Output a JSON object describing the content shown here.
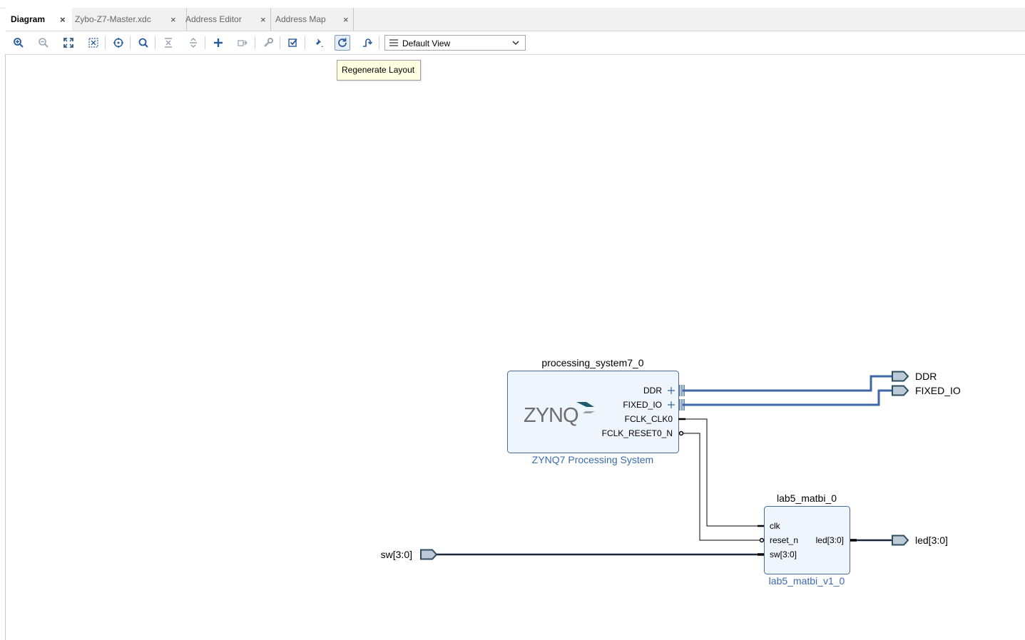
{
  "tabs": [
    {
      "label": "Diagram",
      "active": true
    },
    {
      "label": "Zybo-Z7-Master.xdc",
      "active": false
    },
    {
      "label": "Address Editor",
      "active": false
    },
    {
      "label": "Address Map",
      "active": false
    }
  ],
  "tab_close_glyph": "×",
  "toolbar": {
    "buttons": [
      "zoom-in-icon",
      "zoom-out-icon",
      "fit-full-icon",
      "zoom-area-icon",
      "select-center-icon",
      "search-icon",
      "collapse-all-icon",
      "expand-all-icon",
      "add-ip-icon",
      "make-external-icon",
      "settings-wrench-icon",
      "validate-design-icon",
      "pin-icon",
      "regenerate-layout-icon",
      "optimize-routing-icon"
    ],
    "view_select": {
      "value": "Default View"
    }
  },
  "tooltip": "Regenerate Layout",
  "diagram": {
    "ps_block": {
      "instance_name": "processing_system7_0",
      "ip_name": "ZYNQ7 Processing System",
      "logo": "ZYNQ",
      "ports": [
        "DDR",
        "FIXED_IO",
        "FCLK_CLK0",
        "FCLK_RESET0_N"
      ]
    },
    "custom_block": {
      "instance_name": "lab5_matbi_0",
      "ip_name": "lab5_matbi_v1_0",
      "inputs": [
        "clk",
        "reset_n",
        "sw[3:0]"
      ],
      "outputs": [
        "led[3:0]"
      ]
    },
    "external_ports": {
      "ddr": "DDR",
      "fixed_io": "FIXED_IO",
      "led": "led[3:0]",
      "sw": "sw[3:0]"
    },
    "colors": {
      "block_fill": "#eef5fd",
      "block_border": "#4a6a9a",
      "interface_net": "#3c66a6",
      "wire": "#000000",
      "ip_name_text": "#3a6ab0"
    }
  }
}
